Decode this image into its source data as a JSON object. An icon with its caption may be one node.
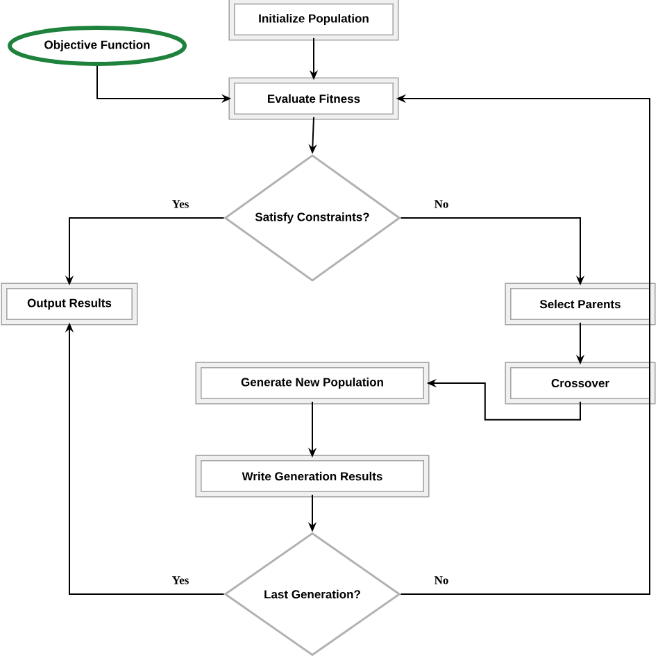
{
  "diagram": {
    "nodes": [
      {
        "text": [
          "Initialize Population"
        ]
      },
      {
        "text": [
          "Objective Function"
        ]
      },
      {
        "text": [
          "Evaluate Fitness"
        ]
      },
      {
        "text": [
          "Satisfy Constraints?"
        ]
      },
      {
        "text": [
          "Output Results"
        ]
      },
      {
        "text": [
          "Select Parents"
        ]
      },
      {
        "text": [
          "Crossover"
        ]
      },
      {
        "text": [
          "Generate New Population"
        ]
      },
      {
        "text": [
          "Write Generation Results"
        ]
      },
      {
        "text": [
          "Last Generation?"
        ]
      }
    ],
    "edges": [
      {
        "from": 0,
        "to": 2,
        "arrow": "to"
      },
      {
        "from": 1,
        "to": 2,
        "arrow": "to"
      },
      {
        "from": 2,
        "to": 3,
        "arrow": "to"
      },
      {
        "from": 3,
        "to": 4,
        "arrow": "to",
        "label": "Yes"
      },
      {
        "from": 3,
        "to": 5,
        "arrow": "to",
        "label": "No"
      },
      {
        "from": 5,
        "to": 6,
        "arrow": "to"
      },
      {
        "from": 6,
        "to": 7,
        "arrow": "to"
      },
      {
        "from": 7,
        "to": 8,
        "arrow": "to"
      },
      {
        "from": 8,
        "to": 9,
        "arrow": "to"
      },
      {
        "from": 9,
        "to": 4,
        "arrow": "to",
        "label": "Yes"
      },
      {
        "from": 9,
        "to": 2,
        "arrow": "to",
        "label": "No"
      }
    ]
  }
}
